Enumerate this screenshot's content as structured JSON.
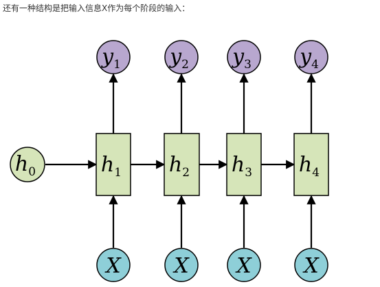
{
  "caption": "还有一种结构是把输入信息X作为每个阶段的输入：",
  "colors": {
    "output_node": "#b8a7cf",
    "hidden_state": "#d6e5b9",
    "input_node": "#8ecfd8",
    "initial_state": "#d6e5b9",
    "stroke": "#000000"
  },
  "initial_state": {
    "letter": "h",
    "index": "0"
  },
  "steps": [
    {
      "output": {
        "letter": "y",
        "index": "1"
      },
      "hidden": {
        "letter": "h",
        "index": "1"
      },
      "input": {
        "letter": "X"
      }
    },
    {
      "output": {
        "letter": "y",
        "index": "2"
      },
      "hidden": {
        "letter": "h",
        "index": "2"
      },
      "input": {
        "letter": "X"
      }
    },
    {
      "output": {
        "letter": "y",
        "index": "3"
      },
      "hidden": {
        "letter": "h",
        "index": "3"
      },
      "input": {
        "letter": "X"
      }
    },
    {
      "output": {
        "letter": "y",
        "index": "4"
      },
      "hidden": {
        "letter": "h",
        "index": "4"
      },
      "input": {
        "letter": "X"
      }
    }
  ]
}
